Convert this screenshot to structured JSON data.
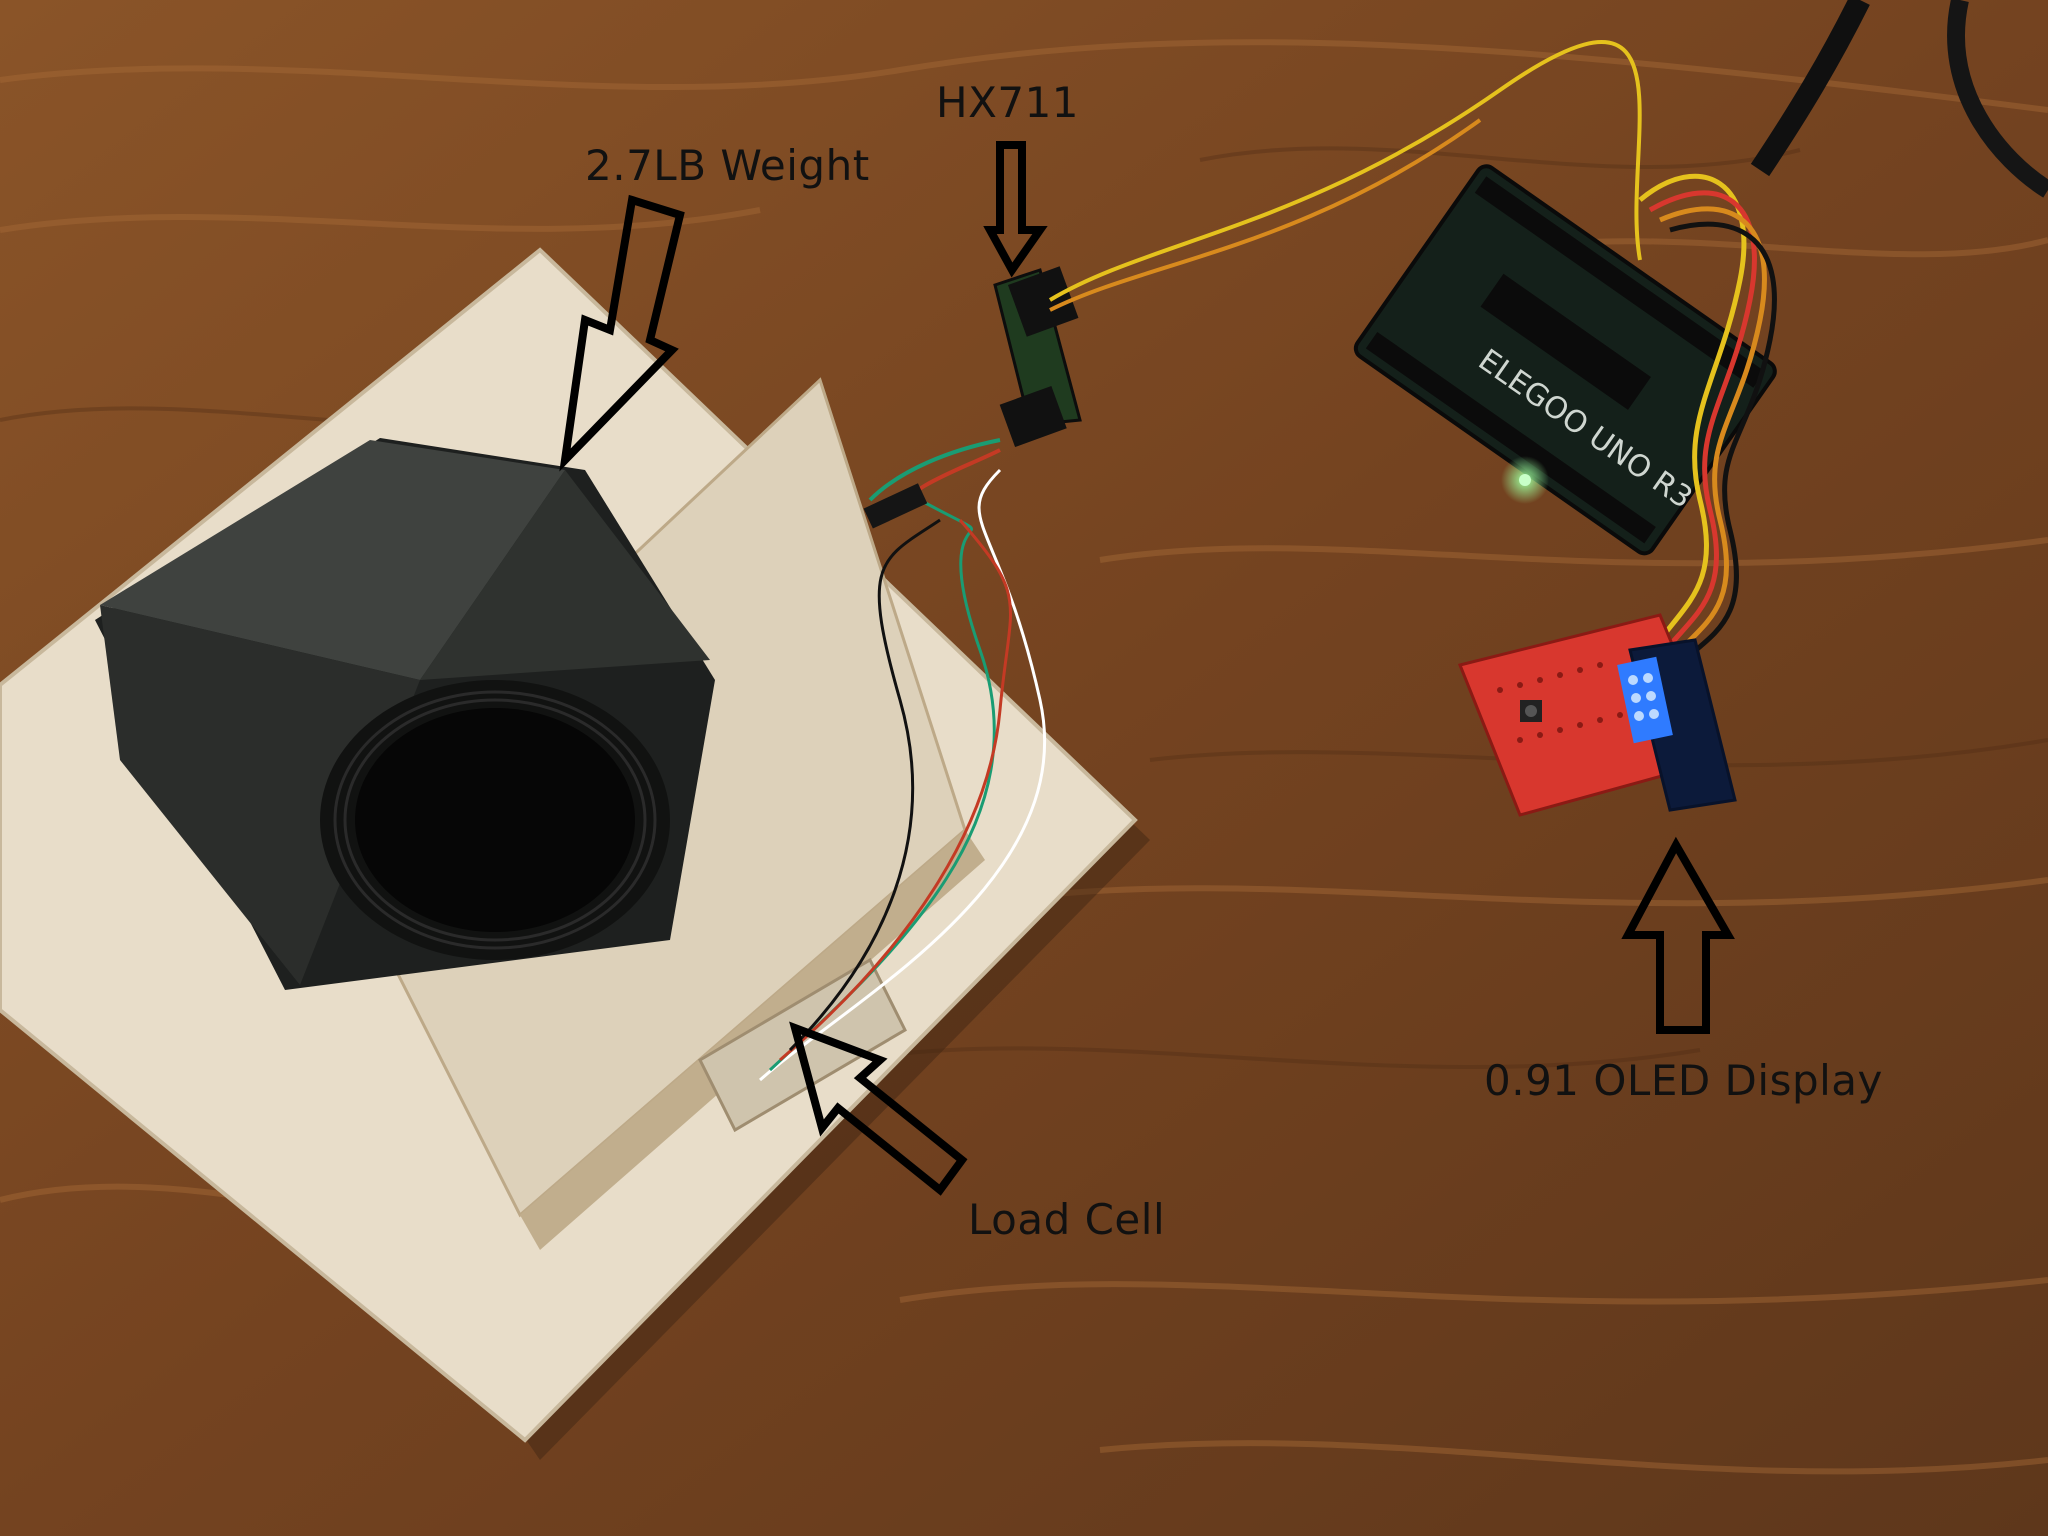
{
  "labels": {
    "weight": "2.7LB Weight",
    "hx711": "HX711",
    "load_cell": "Load Cell",
    "oled": "0.91 OLED Display"
  },
  "board_text": "ELEGOO UNO R3",
  "colors": {
    "wood": "#7a4a25",
    "plywood": "#e7dcc8",
    "steel_nut": "#2a2c2a",
    "breadboard": "#d8372e",
    "oled_glow": "#2f7bff",
    "arrow_outline": "#000000"
  }
}
